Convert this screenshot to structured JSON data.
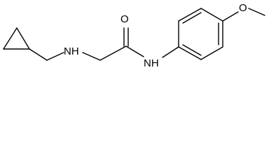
{
  "molecule": {
    "atoms": {
      "amine_n": "NH",
      "amide_n": "NH",
      "carbonyl_o": "O",
      "ether_o": "O"
    }
  }
}
